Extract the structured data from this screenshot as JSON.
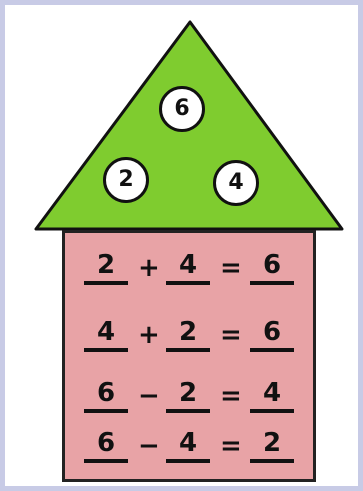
{
  "circles": {
    "top": "6",
    "left": "2",
    "right": "4"
  },
  "equations": [
    {
      "a": "2",
      "op": "+",
      "b": "4",
      "eq": "=",
      "c": "6"
    },
    {
      "a": "4",
      "op": "+",
      "b": "2",
      "eq": "=",
      "c": "6"
    },
    {
      "a": "6",
      "op": "−",
      "b": "2",
      "eq": "=",
      "c": "4"
    },
    {
      "a": "6",
      "op": "−",
      "b": "4",
      "eq": "=",
      "c": "2"
    }
  ],
  "colors": {
    "roof": "#7fcc2f",
    "body": "#e8a3a6",
    "outline": "#111111",
    "background": "#ffffff"
  }
}
